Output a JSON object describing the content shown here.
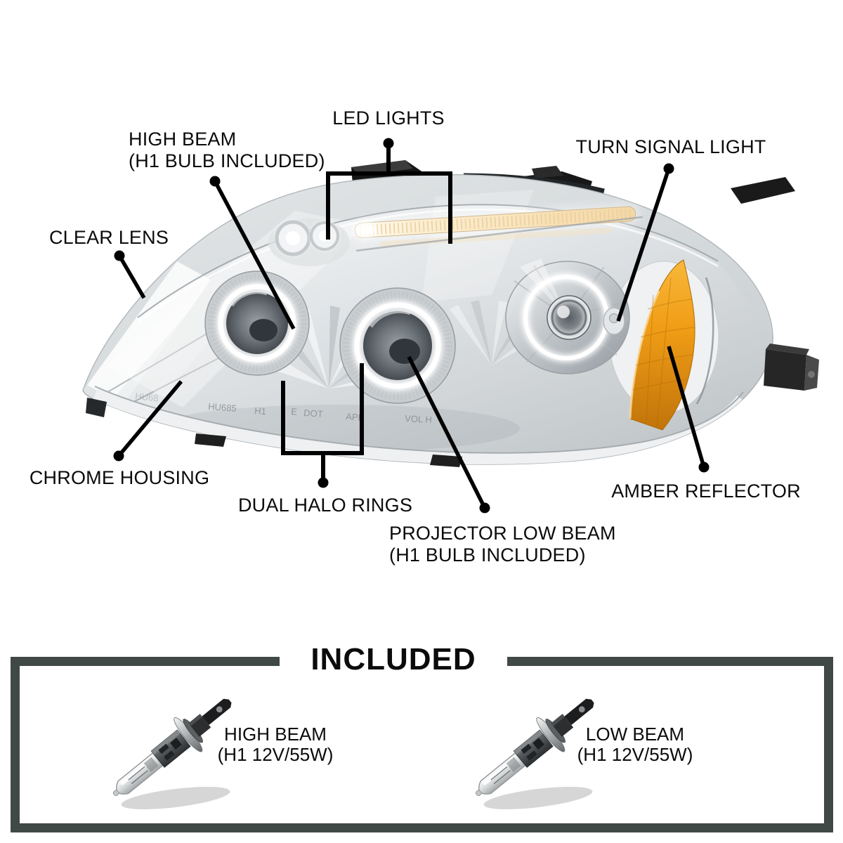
{
  "figure": "headlight-feature-diagram",
  "callouts": {
    "led_lights": {
      "label": "LED LIGHTS"
    },
    "high_beam": {
      "label_line1": "HIGH BEAM",
      "label_line2": "(H1 BULB INCLUDED)"
    },
    "turn_signal": {
      "label": "TURN SIGNAL LIGHT"
    },
    "clear_lens": {
      "label": "CLEAR LENS"
    },
    "chrome_housing": {
      "label": "CHROME HOUSING"
    },
    "dual_halo_rings": {
      "label": "DUAL HALO RINGS"
    },
    "projector_low_beam": {
      "label_line1": "PROJECTOR LOW BEAM",
      "label_line2": "(H1 BULB INCLUDED)"
    },
    "amber_reflector": {
      "label": "AMBER REFLECTOR"
    }
  },
  "included": {
    "title": "INCLUDED",
    "bulbs": [
      {
        "name": "HIGH BEAM",
        "spec": "(H1 12V/55W)"
      },
      {
        "name": "LOW BEAM",
        "spec": "(H1 12V/55W)"
      }
    ]
  },
  "lens_markings": [
    "HU685",
    "H1",
    "E",
    "DOT",
    "APP",
    "VOL H",
    "HU68"
  ],
  "colors": {
    "frame": "#414947",
    "label": "#0b0b0b",
    "line": "#000000",
    "amber": "#f09d16",
    "halo_glow": "#ffffff",
    "led_glow": "#f8e0b4",
    "chrome": "#c6cbce"
  }
}
